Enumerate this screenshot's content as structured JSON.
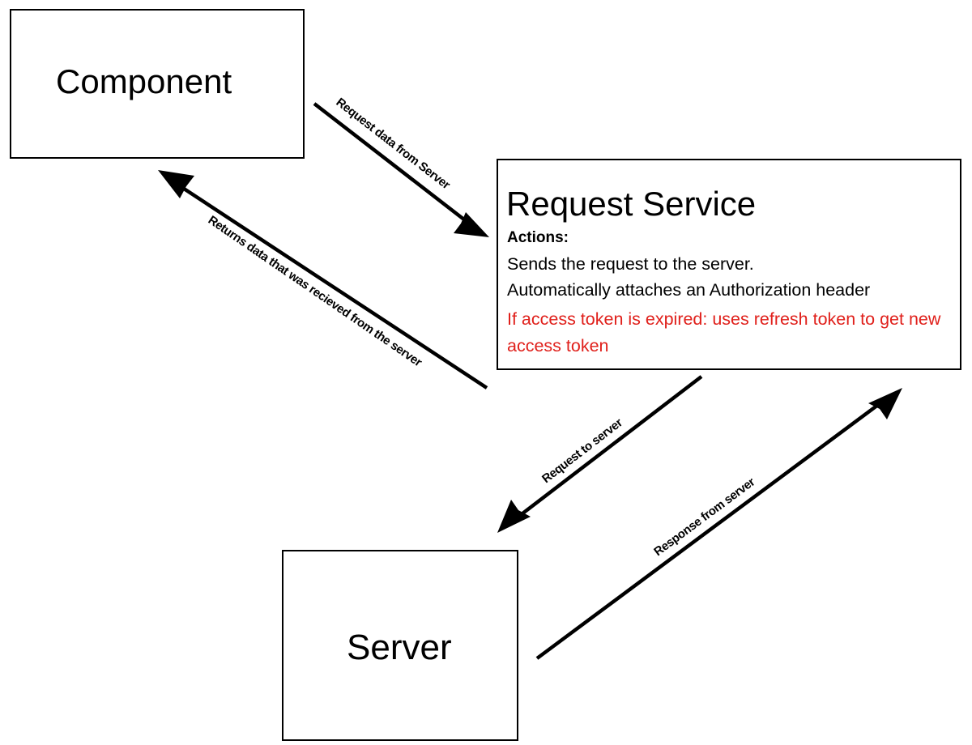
{
  "nodes": {
    "component": {
      "title": "Component"
    },
    "request_service": {
      "title": "Request Service",
      "actions_heading": "Actions:",
      "actions": [
        "Sends the request to the server.",
        "Automatically attaches an Authorization header"
      ],
      "warning": "If access token is expired: uses refresh token to get new access token",
      "warning_color": "#e0201b"
    },
    "server": {
      "title": "Server"
    }
  },
  "edges": [
    {
      "label": "Request data from Server",
      "from": "component",
      "to": "request_service"
    },
    {
      "label": "Returns data that was recieved from  the server",
      "from": "request_service",
      "to": "component"
    },
    {
      "label": "Request to server",
      "from": "request_service",
      "to": "server"
    },
    {
      "label": "Response from server",
      "from": "server",
      "to": "request_service"
    }
  ]
}
